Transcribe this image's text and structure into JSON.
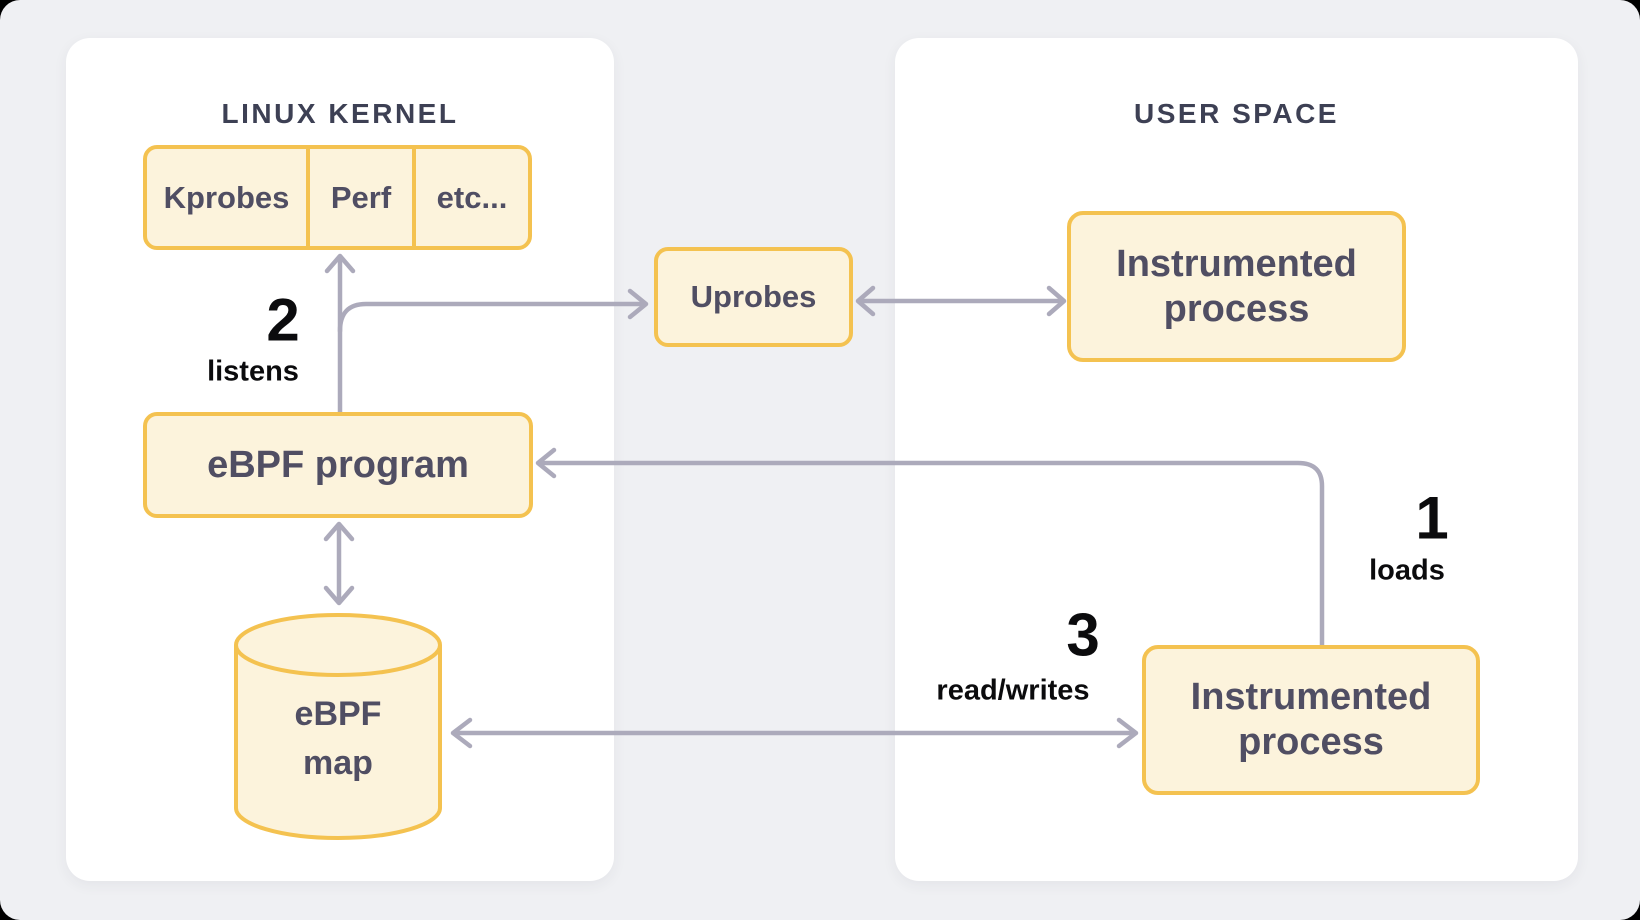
{
  "panels": {
    "kernel": {
      "title": "LINUX KERNEL"
    },
    "user": {
      "title": "USER SPACE"
    }
  },
  "nodes": {
    "kprobes": "Kprobes",
    "perf": "Perf",
    "etc": "etc...",
    "uprobes": "Uprobes",
    "ebpf_program": "eBPF program",
    "ebpf_map": {
      "line1": "eBPF",
      "line2": "map"
    },
    "instrumented_top": {
      "line1": "Instrumented",
      "line2": "process"
    },
    "instrumented_bottom": {
      "line1": "Instrumented",
      "line2": "process"
    }
  },
  "annotations": {
    "step1": {
      "number": "1",
      "label": "loads"
    },
    "step2": {
      "number": "2",
      "label": "listens"
    },
    "step3": {
      "number": "3",
      "label": "read/writes"
    }
  },
  "colors": {
    "bg": "#EFF0F3",
    "panel": "#FFFFFF",
    "boxborder": "#F4C250",
    "boxfill": "#FCF3DC",
    "boxtext": "#504E63",
    "heading": "#3D4054",
    "arrow": "#ACAABB",
    "labeltext": "#0B0B0D"
  }
}
